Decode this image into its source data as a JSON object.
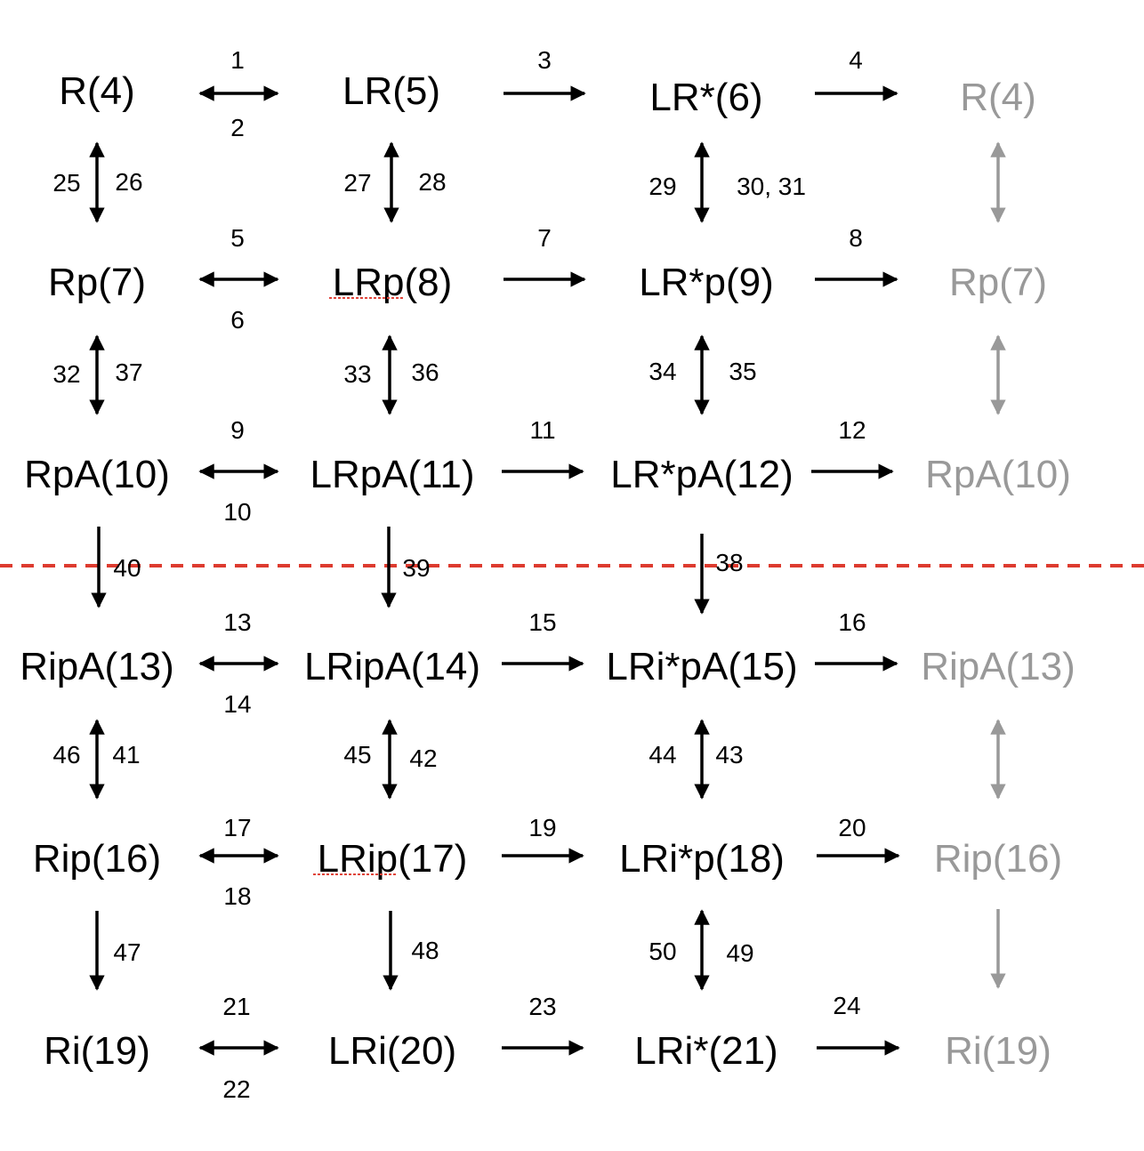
{
  "nodes": {
    "R4": "R(4)",
    "LR5": "LR(5)",
    "LRs6": "LR*(6)",
    "R4b": "R(4)",
    "Rp7": "Rp(7)",
    "LRp8": "LRp(8)",
    "LRsp9": "LR*p(9)",
    "Rp7b": "Rp(7)",
    "RpA10": "RpA(10)",
    "LRpA11": "LRpA(11)",
    "LRspA12": "LR*pA(12)",
    "RpA10b": "RpA(10)",
    "RipA13": "RipA(13)",
    "LRipA14": "LRipA(14)",
    "LRispA15": "LRi*pA(15)",
    "RipA13b": "RipA(13)",
    "Rip16": "Rip(16)",
    "LRip17": "LRip(17)",
    "LRisp18": "LRi*p(18)",
    "Rip16b": "Rip(16)",
    "Ri19": "Ri(19)",
    "LRi20": "LRi(20)",
    "LRis21": "LRi*(21)",
    "Ri19b": "Ri(19)"
  },
  "labels": {
    "l1": "1",
    "l2": "2",
    "l3": "3",
    "l4": "4",
    "l5": "5",
    "l6": "6",
    "l7": "7",
    "l8": "8",
    "l9": "9",
    "l10": "10",
    "l11": "11",
    "l12": "12",
    "l13": "13",
    "l14": "14",
    "l15": "15",
    "l16": "16",
    "l17": "17",
    "l18": "18",
    "l19": "19",
    "l20": "20",
    "l21": "21",
    "l22": "22",
    "l23": "23",
    "l24": "24",
    "l25": "25",
    "l26": "26",
    "l27": "27",
    "l28": "28",
    "l29": "29",
    "l3031": "30, 31",
    "l32": "32",
    "l37": "37",
    "l33": "33",
    "l36": "36",
    "l34": "34",
    "l35": "35",
    "l40": "40",
    "l39": "39",
    "l38": "38",
    "l46": "46",
    "l41": "41",
    "l45": "45",
    "l42": "42",
    "l44": "44",
    "l43": "43",
    "l47": "47",
    "l48": "48",
    "l50": "50",
    "l49": "49"
  },
  "colors": {
    "arrow": "#000000",
    "ghost": "#999999",
    "divider": "#dd3b2f"
  }
}
